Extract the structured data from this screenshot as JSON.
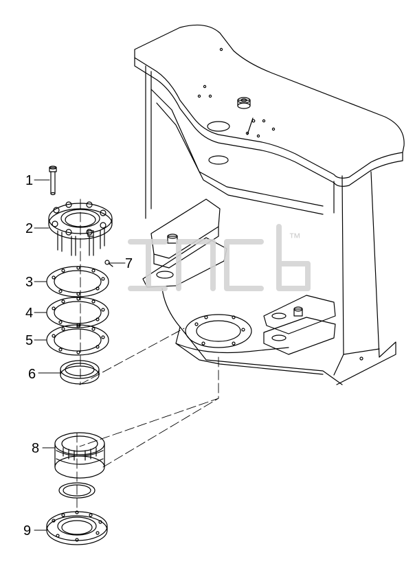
{
  "diagram": {
    "watermark": {
      "tm": "™"
    },
    "callouts": [
      {
        "id": 1,
        "label": "1",
        "part": "bolt"
      },
      {
        "id": 2,
        "label": "2",
        "part": "flange-with-studs"
      },
      {
        "id": 3,
        "label": "3",
        "part": "shim-plate"
      },
      {
        "id": 4,
        "label": "4",
        "part": "shim-plate"
      },
      {
        "id": 5,
        "label": "5",
        "part": "shim-plate"
      },
      {
        "id": 6,
        "label": "6",
        "part": "seal-ring"
      },
      {
        "id": 7,
        "label": "7",
        "part": "grease-nipple"
      },
      {
        "id": 8,
        "label": "8",
        "part": "bearing"
      },
      {
        "id": 9,
        "label": "9",
        "part": "lower-flange"
      }
    ]
  }
}
